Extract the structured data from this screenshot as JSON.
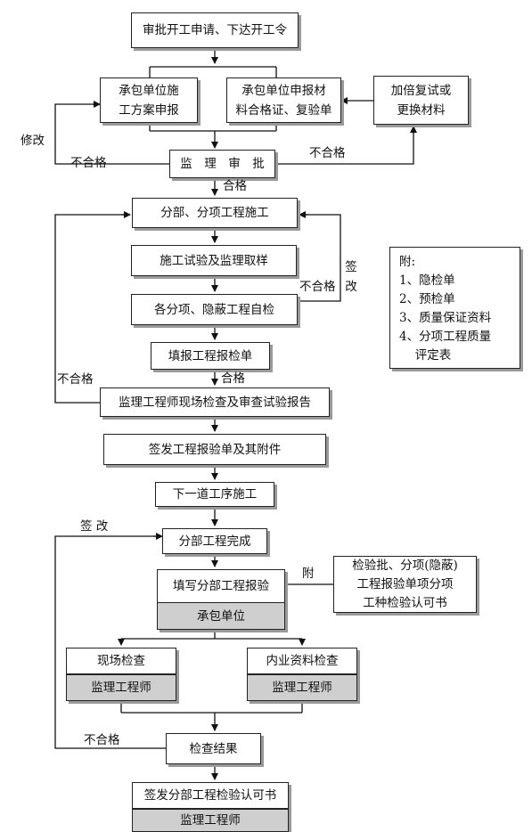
{
  "steps": {
    "s1": "审批开工申请、下达开工令",
    "s2a": "承包单位施\n工方案申报",
    "s2b": "承包单位申报材\n料合格证、复验单",
    "s2c": "加倍复试或\n更换材料",
    "s3": "监　理　审　批",
    "s4": "分部、分项工程施工",
    "s5": "施工试验及监理取样",
    "s6": "各分项、隐蔽工程自检",
    "s7": "填报工程报检单",
    "s8": "监理工程师现场检查及审查试验报告",
    "s9": "签发工程报验单及其附件",
    "s10": "下一道工序施工",
    "s11": "分部工程完成",
    "s12": "填写分部工程报验",
    "s12b": "承包单位",
    "s13": "检验批、分项(隐蔽)\n工程报验单项分项\n工种检验认可书",
    "s14a": "现场检查",
    "s14a2": "监理工程师",
    "s14b": "内业资料检查",
    "s14b2": "监理工程师",
    "s15": "检查结果",
    "s16": "签发分部工程检验认可书",
    "s16b": "监理工程师"
  },
  "labels": {
    "xiugai": "修改",
    "buhege1": "不合格",
    "buhege2": "不合格",
    "hege1": "合格",
    "qiangai_v": "签改",
    "buhege3": "不合格",
    "buhege4": "不合格",
    "hege2": "合格",
    "fu": "附",
    "qiangai2": "签 改",
    "buhege5": "不合格"
  },
  "note": {
    "title": "附:",
    "items": [
      "1、隐检单",
      "2、预检单",
      "3、质量保证资料",
      "4、分项工程质量",
      "　 评定表"
    ]
  }
}
